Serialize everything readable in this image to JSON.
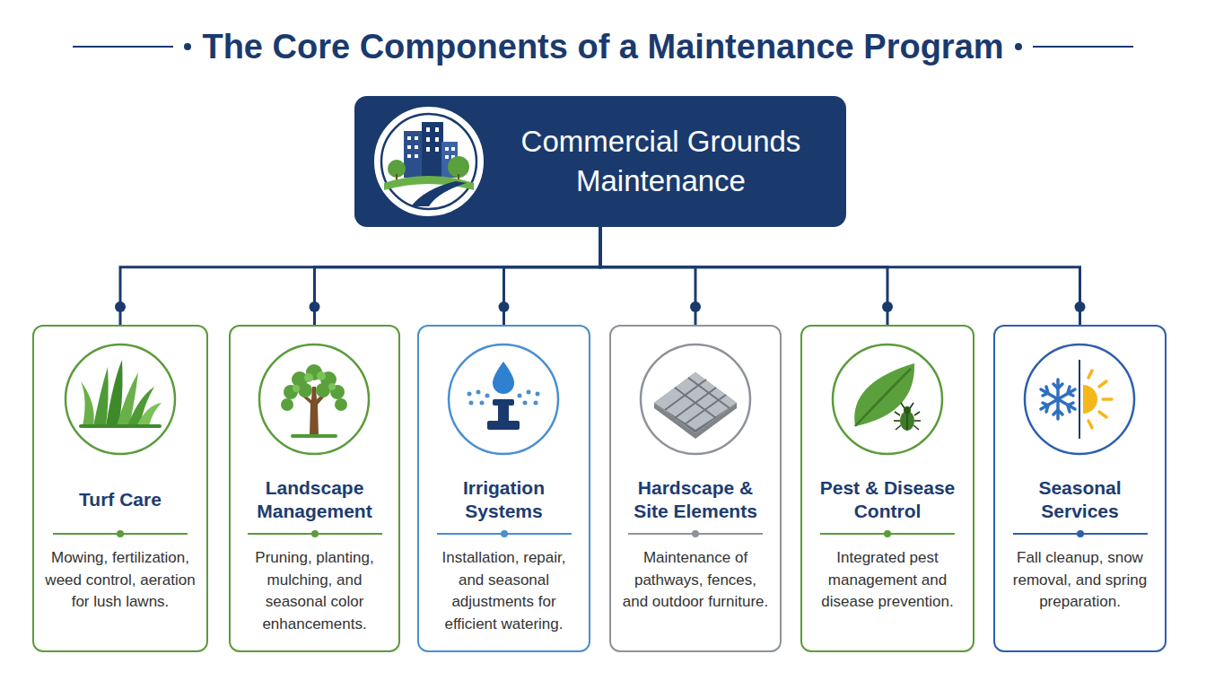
{
  "diagram": {
    "title": "The Core Components of a Maintenance Program",
    "nodes": [
      {
        "text": [
          "Commercial Grounds Maintenance"
        ]
      },
      {
        "text": [
          "Turf Care",
          "Mowing, fertilization, weed control, aeration for lush lawns."
        ]
      },
      {
        "text": [
          "Landscape Management",
          "Pruning, planting, mulching, and seasonal color enhancements."
        ]
      },
      {
        "text": [
          "Irrigation Systems",
          "Installation, repair, and seasonal adjustments for efficient watering."
        ]
      },
      {
        "text": [
          "Hardscape & Site Elements",
          "Maintenance of pathways, fences, and outdoor furniture."
        ]
      },
      {
        "text": [
          "Pest & Disease Control",
          "Integrated pest management and disease prevention."
        ]
      },
      {
        "text": [
          "Seasonal Services",
          "Fall cleanup, snow removal, and spring preparation."
        ]
      }
    ],
    "edges": [
      {
        "from": 0,
        "to": 1,
        "arrow": "none"
      },
      {
        "from": 0,
        "to": 2,
        "arrow": "none"
      },
      {
        "from": 0,
        "to": 3,
        "arrow": "none"
      },
      {
        "from": 0,
        "to": 4,
        "arrow": "none"
      },
      {
        "from": 0,
        "to": 5,
        "arrow": "none"
      },
      {
        "from": 0,
        "to": 6,
        "arrow": "none"
      }
    ]
  }
}
